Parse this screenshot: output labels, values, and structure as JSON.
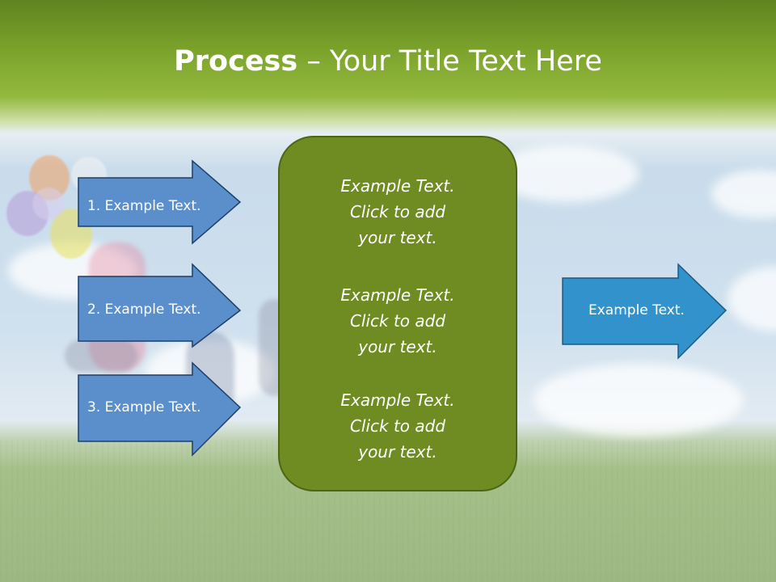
{
  "title": {
    "bold_part": "Process",
    "rest_part": " – Your Title Text Here"
  },
  "left_arrows": [
    {
      "label": "1. Example Text."
    },
    {
      "label": "2. Example Text."
    },
    {
      "label": "3. Example Text."
    }
  ],
  "center_panel": {
    "blocks": [
      {
        "line1": "Example Text.",
        "line2": "Click  to add",
        "line3": "your text."
      },
      {
        "line1": "Example Text.",
        "line2": "Click  to add",
        "line3": "your text."
      },
      {
        "line1": "Example Text.",
        "line2": "Click  to add",
        "line3": "your text."
      }
    ]
  },
  "right_arrow": {
    "label": "Example Text."
  },
  "colors": {
    "title_bar": "#6f9a24",
    "left_arrow_fill": "#5b8fcc",
    "left_arrow_stroke": "#1f3f66",
    "right_arrow_fill": "#3293cc",
    "right_arrow_stroke": "#1c5a80",
    "panel_fill": "#6f8c23"
  }
}
